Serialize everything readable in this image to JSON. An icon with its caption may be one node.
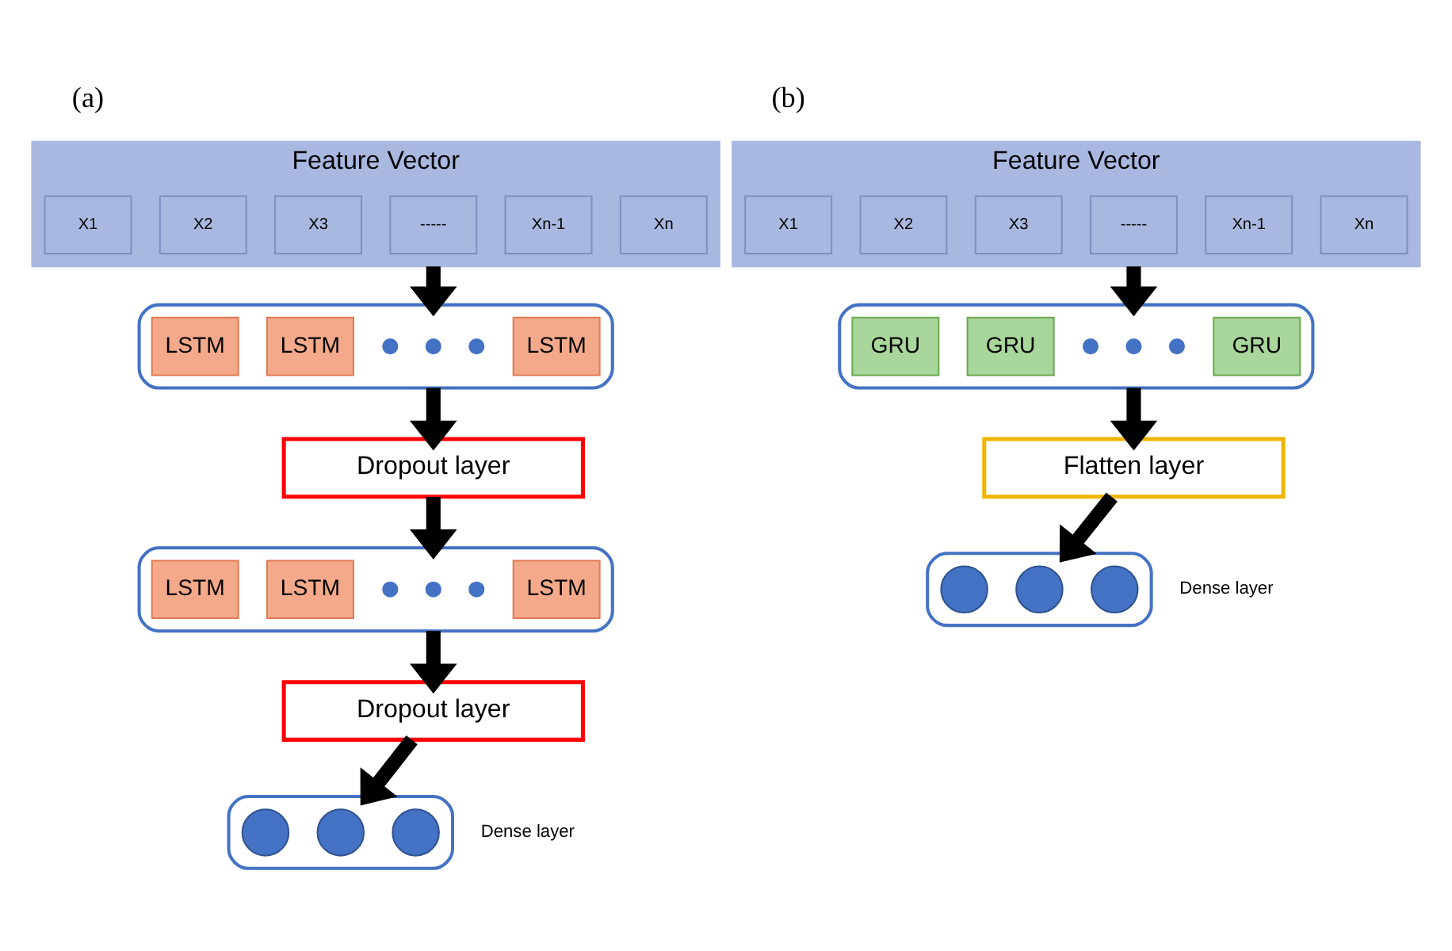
{
  "diagram": {
    "nodes": [
      {
        "text": [
          "Feature Vector"
        ]
      },
      {
        "text": [
          "X1"
        ],
        "in": 0
      },
      {
        "text": [
          "X2"
        ],
        "in": 0
      },
      {
        "text": [
          "X3"
        ],
        "in": 0
      },
      {
        "text": [
          "-----"
        ],
        "in": 0
      },
      {
        "text": [
          "Xn-1"
        ],
        "in": 0
      },
      {
        "text": [
          "Xn"
        ],
        "in": 0
      },
      {
        "text": [],
        "shape": "box"
      },
      {
        "text": [
          "LSTM"
        ],
        "in": 7
      },
      {
        "text": [
          "LSTM"
        ],
        "in": 7
      },
      {
        "text": [],
        "shape": "circle",
        "in": 7
      },
      {
        "text": [],
        "shape": "circle",
        "in": 7
      },
      {
        "text": [],
        "shape": "circle",
        "in": 7
      },
      {
        "text": [
          "LSTM"
        ],
        "in": 7
      },
      {
        "text": [
          "Dropout layer"
        ]
      },
      {
        "text": [],
        "shape": "box"
      },
      {
        "text": [
          "LSTM"
        ],
        "in": 15
      },
      {
        "text": [
          "LSTM"
        ],
        "in": 15
      },
      {
        "text": [],
        "shape": "circle",
        "in": 15
      },
      {
        "text": [],
        "shape": "circle",
        "in": 15
      },
      {
        "text": [],
        "shape": "circle",
        "in": 15
      },
      {
        "text": [
          "LSTM"
        ],
        "in": 15
      },
      {
        "text": [
          "Dropout layer"
        ]
      },
      {
        "text": [],
        "shape": "box",
        "beside": [
          "Dense layer"
        ]
      },
      {
        "text": [],
        "shape": "circle",
        "in": 23
      },
      {
        "text": [],
        "shape": "circle",
        "in": 23
      },
      {
        "text": [],
        "shape": "circle",
        "in": 23
      },
      {
        "text": [
          "Feature Vector"
        ]
      },
      {
        "text": [
          "X1"
        ],
        "in": 27
      },
      {
        "text": [
          "X2"
        ],
        "in": 27
      },
      {
        "text": [
          "X3"
        ],
        "in": 27
      },
      {
        "text": [
          "-----"
        ],
        "in": 27
      },
      {
        "text": [
          "Xn-1"
        ],
        "in": 27
      },
      {
        "text": [
          "Xn"
        ],
        "in": 27
      },
      {
        "text": [],
        "shape": "box"
      },
      {
        "text": [
          "GRU"
        ],
        "in": 34
      },
      {
        "text": [
          "GRU"
        ],
        "in": 34
      },
      {
        "text": [],
        "shape": "circle",
        "in": 34
      },
      {
        "text": [],
        "shape": "circle",
        "in": 34
      },
      {
        "text": [],
        "shape": "circle",
        "in": 34
      },
      {
        "text": [
          "GRU"
        ],
        "in": 34
      },
      {
        "text": [
          "Flatten layer"
        ]
      },
      {
        "text": [],
        "shape": "box",
        "beside": [
          "Dense layer"
        ]
      },
      {
        "text": [],
        "shape": "circle",
        "in": 42
      },
      {
        "text": [],
        "shape": "circle",
        "in": 42
      },
      {
        "text": [],
        "shape": "circle",
        "in": 42
      }
    ],
    "edges": [
      {
        "from": 0,
        "to": 7,
        "arrow": "to"
      },
      {
        "from": 7,
        "to": 14,
        "arrow": "to"
      },
      {
        "from": 14,
        "to": 15,
        "arrow": "to"
      },
      {
        "from": 15,
        "to": 22,
        "arrow": "to"
      },
      {
        "from": 22,
        "to": 23,
        "arrow": "to"
      },
      {
        "from": 27,
        "to": 34,
        "arrow": "to"
      },
      {
        "from": 34,
        "to": 41,
        "arrow": "to"
      },
      {
        "from": 41,
        "to": 42,
        "arrow": "to"
      }
    ],
    "labels": [
      "(a)",
      "(b)"
    ]
  }
}
